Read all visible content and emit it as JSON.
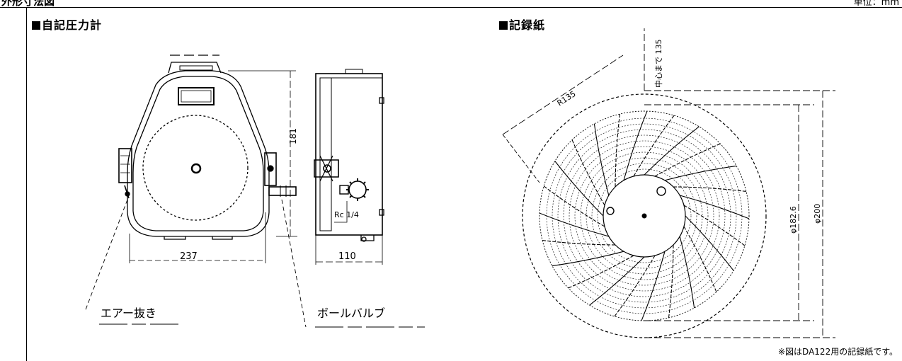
{
  "header": {
    "left_text": "外形寸法図",
    "right_text": "単位：mm"
  },
  "sections": {
    "gauge_title": "自記圧力計",
    "chart_title": "記録紙"
  },
  "gauge_drawing": {
    "dim_width": "237",
    "dim_height": "181",
    "dim_depth": "110",
    "thread_label": "Rc 1/4",
    "callout_air": "エアー抜き",
    "callout_valve": "ボールバルブ"
  },
  "chart_drawing": {
    "dim_radius": "R135",
    "dim_center_offset": "中心まで 135",
    "dim_inner_dia": "φ182.6",
    "dim_outer_dia": "φ200"
  },
  "footnote": "※図はDA122用の記録紙です。",
  "icons": [
    "square-bullet-icon"
  ]
}
